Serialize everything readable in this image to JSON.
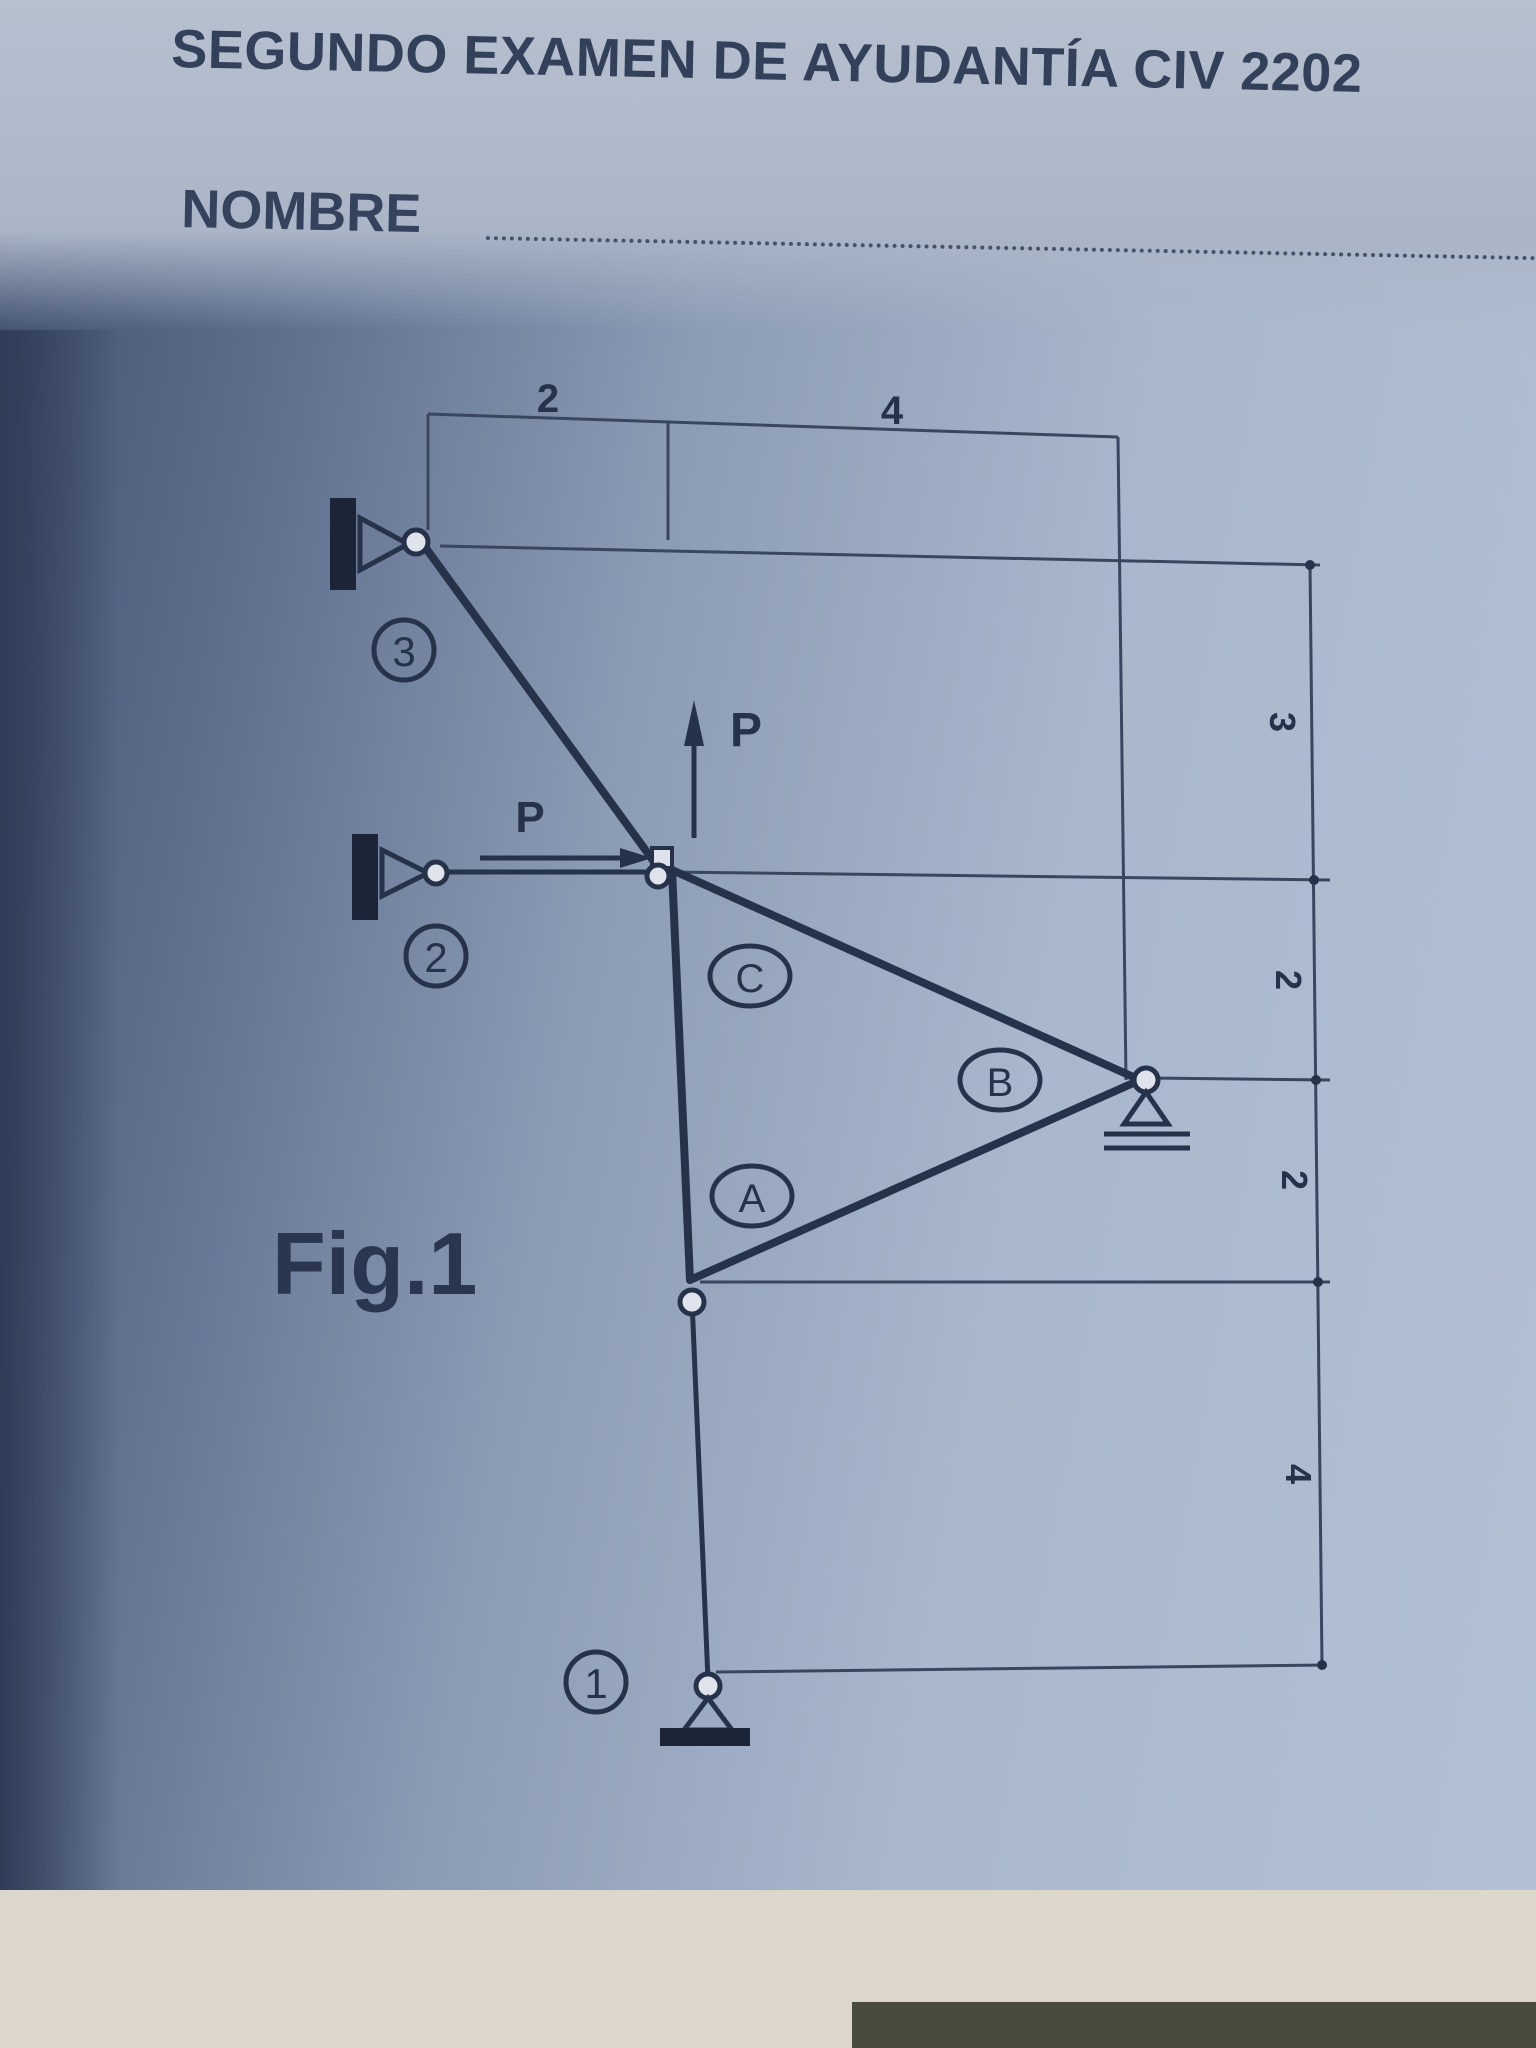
{
  "header": {
    "title": "SEGUNDO EXAMEN DE AYUDANTÍA CIV 2202",
    "name_label": "NOMBRE"
  },
  "figure": {
    "caption": "Fig.1",
    "dimensions": {
      "top": [
        "2",
        "4"
      ],
      "right": [
        "3",
        "2",
        "2",
        "4"
      ]
    },
    "loads": [
      "P",
      "P"
    ],
    "support_labels": [
      "3",
      "2",
      "1"
    ],
    "member_labels": [
      "C",
      "B",
      "A"
    ]
  }
}
